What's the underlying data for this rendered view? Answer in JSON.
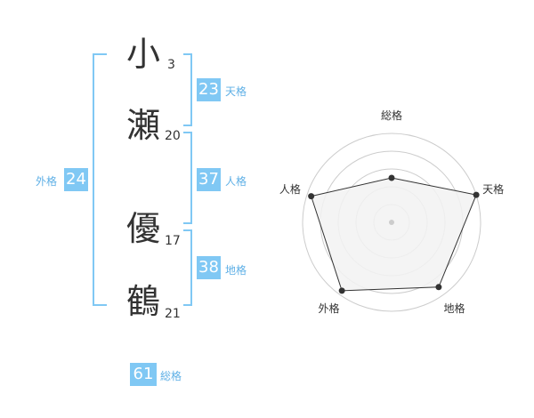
{
  "name": {
    "chars": [
      {
        "kanji": "小",
        "strokes": "3"
      },
      {
        "kanji": "瀬",
        "strokes": "20"
      },
      {
        "kanji": "優",
        "strokes": "17"
      },
      {
        "kanji": "鶴",
        "strokes": "21"
      }
    ]
  },
  "fortune": {
    "tenkaku": {
      "label": "天格",
      "value": "23"
    },
    "jinkaku": {
      "label": "人格",
      "value": "37"
    },
    "chikaku": {
      "label": "地格",
      "value": "38"
    },
    "gaikaku": {
      "label": "外格",
      "value": "24"
    },
    "soukaku": {
      "label": "総格",
      "value": "61"
    }
  },
  "chart_data": {
    "type": "radar",
    "axes": [
      "総格",
      "天格",
      "地格",
      "外格",
      "人格"
    ],
    "values": [
      0.5,
      1.0,
      0.9,
      0.95,
      0.95
    ],
    "rings": 5,
    "colors": {
      "fill": "#f2f2f2",
      "line": "#333333",
      "grid": "#cccccc",
      "center": "#cccccc"
    }
  }
}
